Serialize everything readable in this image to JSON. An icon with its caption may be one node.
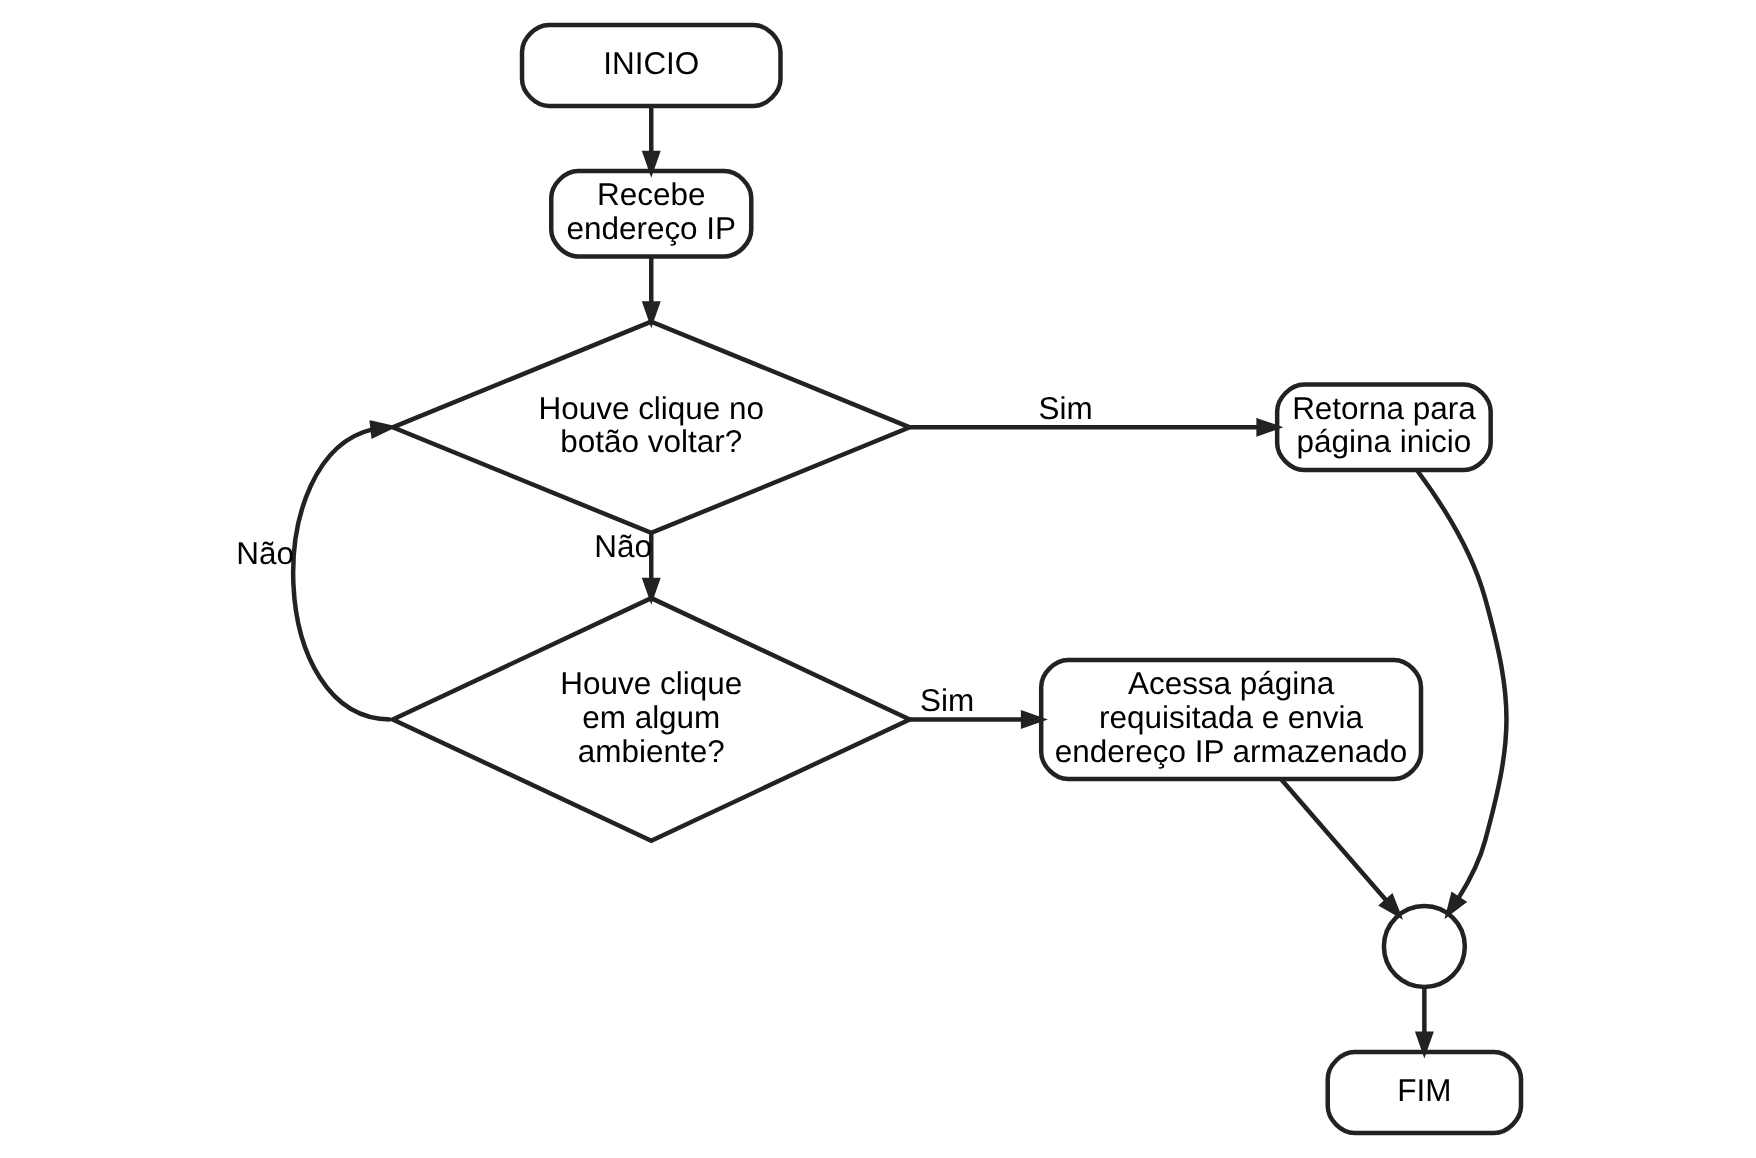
{
  "diagram": {
    "nodes": [
      {
        "text": [
          "INICIO"
        ]
      },
      {
        "text": [
          "Recebe endereço IP"
        ]
      },
      {
        "text": [
          "Houve clique no botão voltar?"
        ]
      },
      {
        "text": [
          "Retorna para página inicio"
        ]
      },
      {
        "text": [
          "Houve clique em algum ambiente?"
        ]
      },
      {
        "text": [
          "Acessa página requisitada e envia endereço IP armazenado"
        ]
      },
      {
        "text": [],
        "shape": "circle"
      },
      {
        "text": [
          "FIM"
        ]
      }
    ],
    "edges": [
      {
        "from": 0,
        "to": 1,
        "arrow": "to"
      },
      {
        "from": 1,
        "to": 2,
        "arrow": "to"
      },
      {
        "from": 2,
        "to": 3,
        "arrow": "to",
        "label": "Sim"
      },
      {
        "from": 2,
        "to": 4,
        "arrow": "to",
        "label": "Não"
      },
      {
        "from": 4,
        "to": 2,
        "arrow": "to",
        "label": "Não"
      },
      {
        "from": 4,
        "to": 5,
        "arrow": "to",
        "label": "Sim"
      },
      {
        "from": 3,
        "to": 6,
        "arrow": "to"
      },
      {
        "from": 5,
        "to": 6,
        "arrow": "to"
      },
      {
        "from": 6,
        "to": 7,
        "arrow": "to"
      }
    ]
  }
}
